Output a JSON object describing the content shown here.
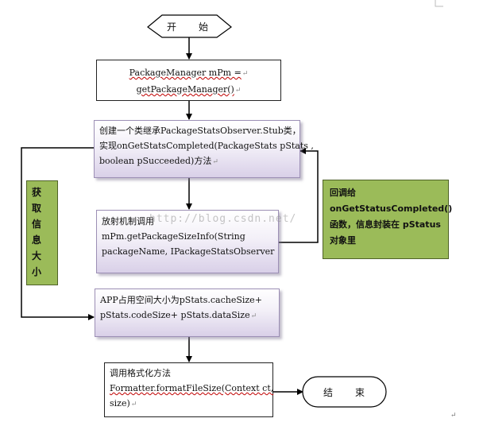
{
  "start": "开　始",
  "end": "结　束",
  "steps": {
    "get_pm": [
      "PackageManager  mPm =",
      "getPackageManager()"
    ],
    "create_class": [
      "创建一个类继承PackageStatsObserver.Stub类，",
      "实现onGetStatsCompleted(PackageStats  pStats ,",
      "boolean pSucceeded)方法"
    ],
    "reflect": [
      "放射机制调用",
      "mPm.getPackageSizeInfo(String",
      "packageName, IPackageStatsObserver"
    ],
    "app_size": [
      "APP占用空间大小为pStats.cacheSize+",
      "pStats.codeSize+ pStats.dataSize"
    ],
    "format": [
      "调用格式化方法",
      "Formatter.formatFileSize(Context  ct,",
      "size)"
    ]
  },
  "notes": {
    "get_info": [
      "获",
      "取",
      "信",
      "息",
      "大",
      "小"
    ],
    "callback": [
      "回调给",
      "onGetStatusCompleted()",
      "函数，信息封装在 pStatus",
      "对象里"
    ]
  },
  "watermark": "http://blog.csdn.net/",
  "colors": {
    "note_fill": "#9bbb59",
    "grad_end": "#d9d0e8",
    "line": "#000000"
  }
}
